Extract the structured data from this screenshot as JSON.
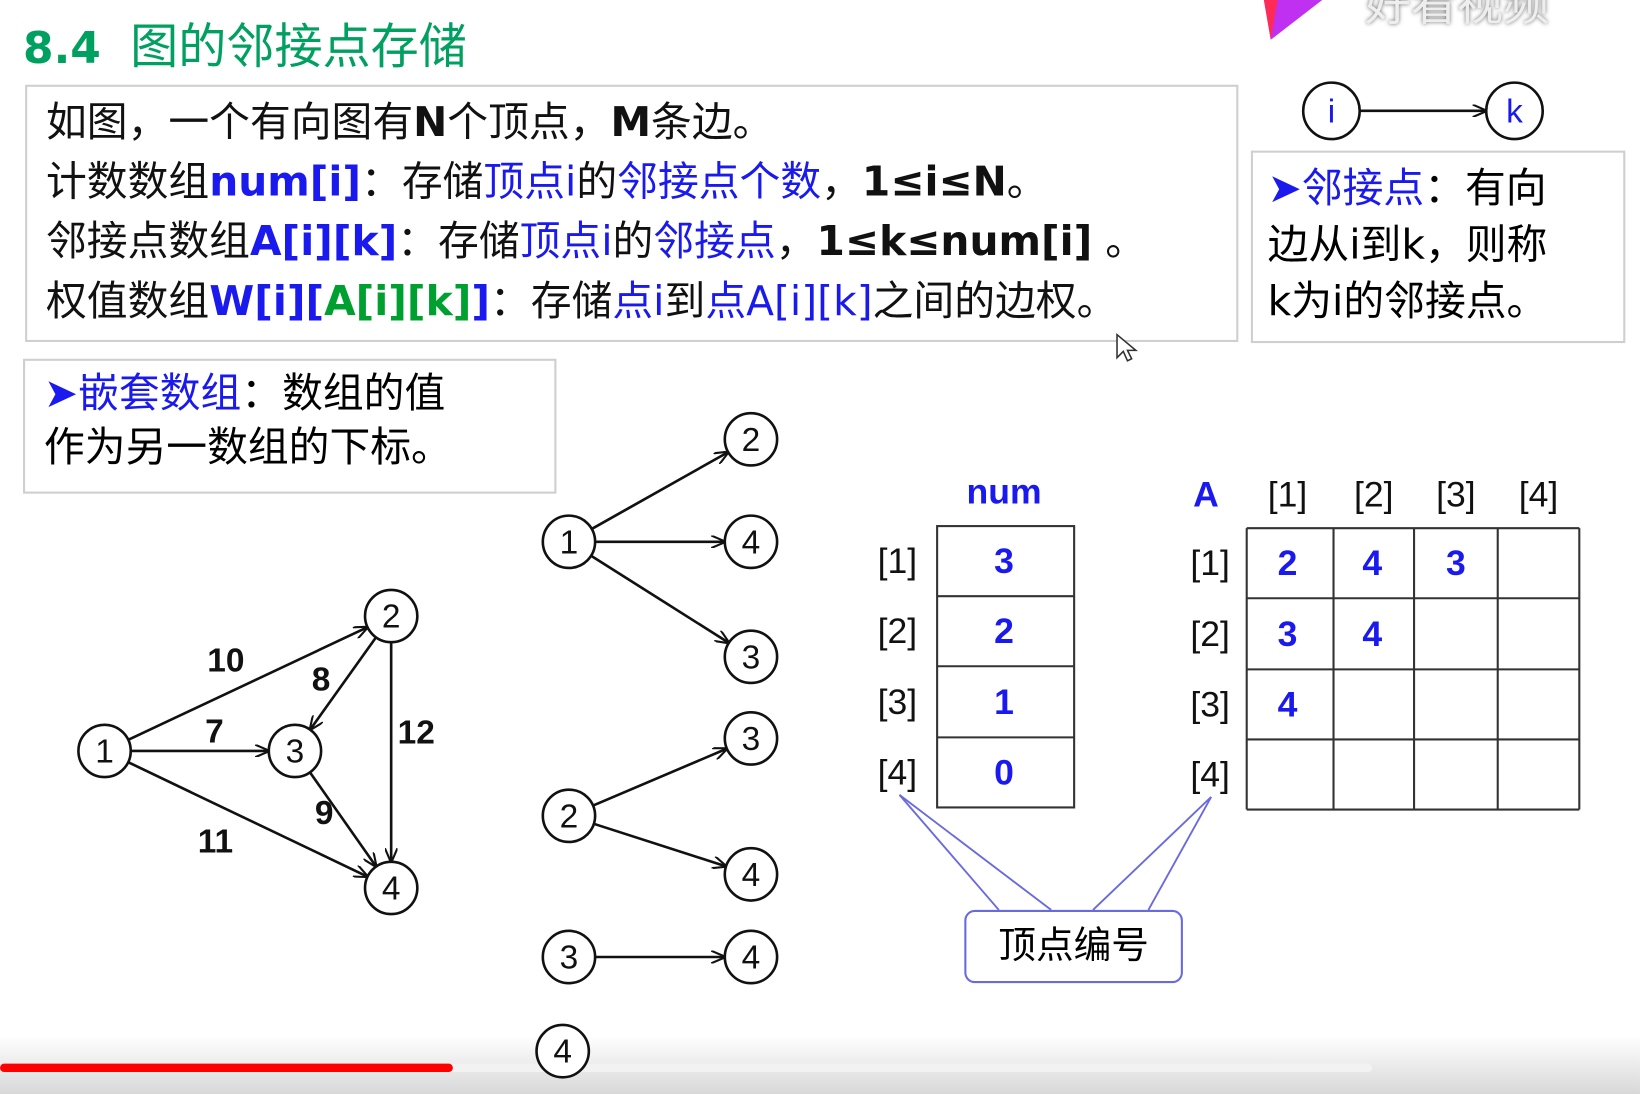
{
  "title": {
    "number": "8.4",
    "text": "图的邻接点存储"
  },
  "logo": {
    "text": "好看视频"
  },
  "intro": {
    "lines": [
      [
        {
          "t": "如图，一个有向图有",
          "c": "black"
        },
        {
          "t": "N",
          "c": "black",
          "b": true
        },
        {
          "t": "个顶点，",
          "c": "black"
        },
        {
          "t": "M",
          "c": "black",
          "b": true
        },
        {
          "t": "条边。",
          "c": "black"
        }
      ],
      [
        {
          "t": "计数数组",
          "c": "black"
        },
        {
          "t": "num[i]",
          "c": "blue",
          "b": true
        },
        {
          "t": "：存储",
          "c": "black"
        },
        {
          "t": "顶点i",
          "c": "blue"
        },
        {
          "t": "的",
          "c": "black"
        },
        {
          "t": "邻接点个数",
          "c": "blue"
        },
        {
          "t": "，",
          "c": "black"
        },
        {
          "t": "1≤i≤N",
          "c": "black",
          "b": true
        },
        {
          "t": "。",
          "c": "black"
        }
      ],
      [
        {
          "t": "邻接点数组",
          "c": "black"
        },
        {
          "t": "A[i][k]",
          "c": "blue",
          "b": true
        },
        {
          "t": "：存储",
          "c": "black"
        },
        {
          "t": "顶点i",
          "c": "blue"
        },
        {
          "t": "的",
          "c": "black"
        },
        {
          "t": "邻接点",
          "c": "blue"
        },
        {
          "t": "，",
          "c": "black"
        },
        {
          "t": "1≤k≤num[i]",
          "c": "black",
          "b": true
        },
        {
          "t": " 。",
          "c": "black"
        }
      ],
      [
        {
          "t": "权值数组",
          "c": "black"
        },
        {
          "t": "W[i][",
          "c": "blue",
          "b": true
        },
        {
          "t": "A[i][k]",
          "c": "green",
          "b": true
        },
        {
          "t": "]",
          "c": "blue",
          "b": true
        },
        {
          "t": "：存储",
          "c": "black"
        },
        {
          "t": "点i",
          "c": "blue"
        },
        {
          "t": "到",
          "c": "black"
        },
        {
          "t": "点A[i][k]",
          "c": "blue"
        },
        {
          "t": "之间的边权。",
          "c": "black"
        }
      ]
    ]
  },
  "definition": {
    "node_i": "i",
    "node_k": "k",
    "term": "邻接点",
    "text_1": "：有向",
    "text_2": "边从i到k，则称",
    "text_3": "k为i的邻接点。"
  },
  "nested": {
    "term": "嵌套数组",
    "text_1": "：数组的值",
    "text_2": "作为另一数组的下标。"
  },
  "graph": {
    "nodes": [
      "1",
      "2",
      "3",
      "4"
    ],
    "edges": [
      {
        "from": "1",
        "to": "2",
        "w": "10"
      },
      {
        "from": "1",
        "to": "3",
        "w": "7"
      },
      {
        "from": "1",
        "to": "4",
        "w": "11"
      },
      {
        "from": "2",
        "to": "3",
        "w": "8"
      },
      {
        "from": "2",
        "to": "4",
        "w": "12"
      },
      {
        "from": "3",
        "to": "4",
        "w": "9"
      }
    ]
  },
  "adjacency": [
    {
      "node": "1",
      "neighbors": [
        "2",
        "4",
        "3"
      ]
    },
    {
      "node": "2",
      "neighbors": [
        "3",
        "4"
      ]
    },
    {
      "node": "3",
      "neighbors": [
        "4"
      ]
    },
    {
      "node": "4",
      "neighbors": []
    }
  ],
  "num_table": {
    "header": "num",
    "row_labels": [
      "[1]",
      "[2]",
      "[3]",
      "[4]"
    ],
    "values": [
      "3",
      "2",
      "1",
      "0"
    ]
  },
  "a_table": {
    "header": "A",
    "col_labels": [
      "[1]",
      "[2]",
      "[3]",
      "[4]"
    ],
    "row_labels": [
      "[1]",
      "[2]",
      "[3]",
      "[4]"
    ],
    "rows": [
      [
        "2",
        "4",
        "3",
        ""
      ],
      [
        "3",
        "4",
        "",
        ""
      ],
      [
        "4",
        "",
        "",
        ""
      ],
      [
        "",
        "",
        "",
        ""
      ]
    ]
  },
  "vertex_label": "顶点编号",
  "video_progress": 0.33,
  "colors": {
    "title": "#00a060",
    "blue": "#1a1aee",
    "green": "#00a030",
    "callout": "#6a6ae0",
    "progress": "#ff0000"
  }
}
